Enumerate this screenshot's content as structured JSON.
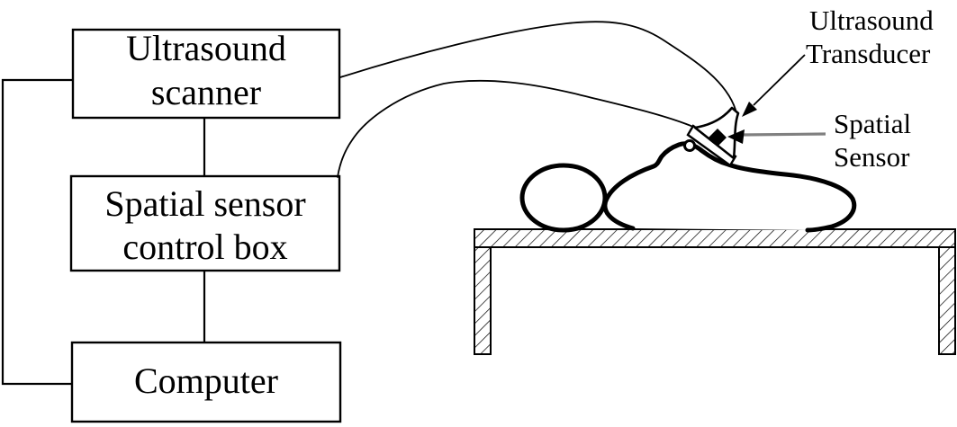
{
  "boxes": {
    "scanner": {
      "line1": "Ultrasound",
      "line2": "scanner"
    },
    "control": {
      "line1": "Spatial sensor",
      "line2": "control box"
    },
    "computer": {
      "label": "Computer"
    }
  },
  "callouts": {
    "transducer": {
      "line1": "Ultrasound",
      "line2": "Transducer"
    },
    "sensor": {
      "line1": "Spatial",
      "line2": "Sensor"
    }
  },
  "colors": {
    "ink": "#000000",
    "background": "#ffffff",
    "sensor_pointer_line": "#808080"
  }
}
